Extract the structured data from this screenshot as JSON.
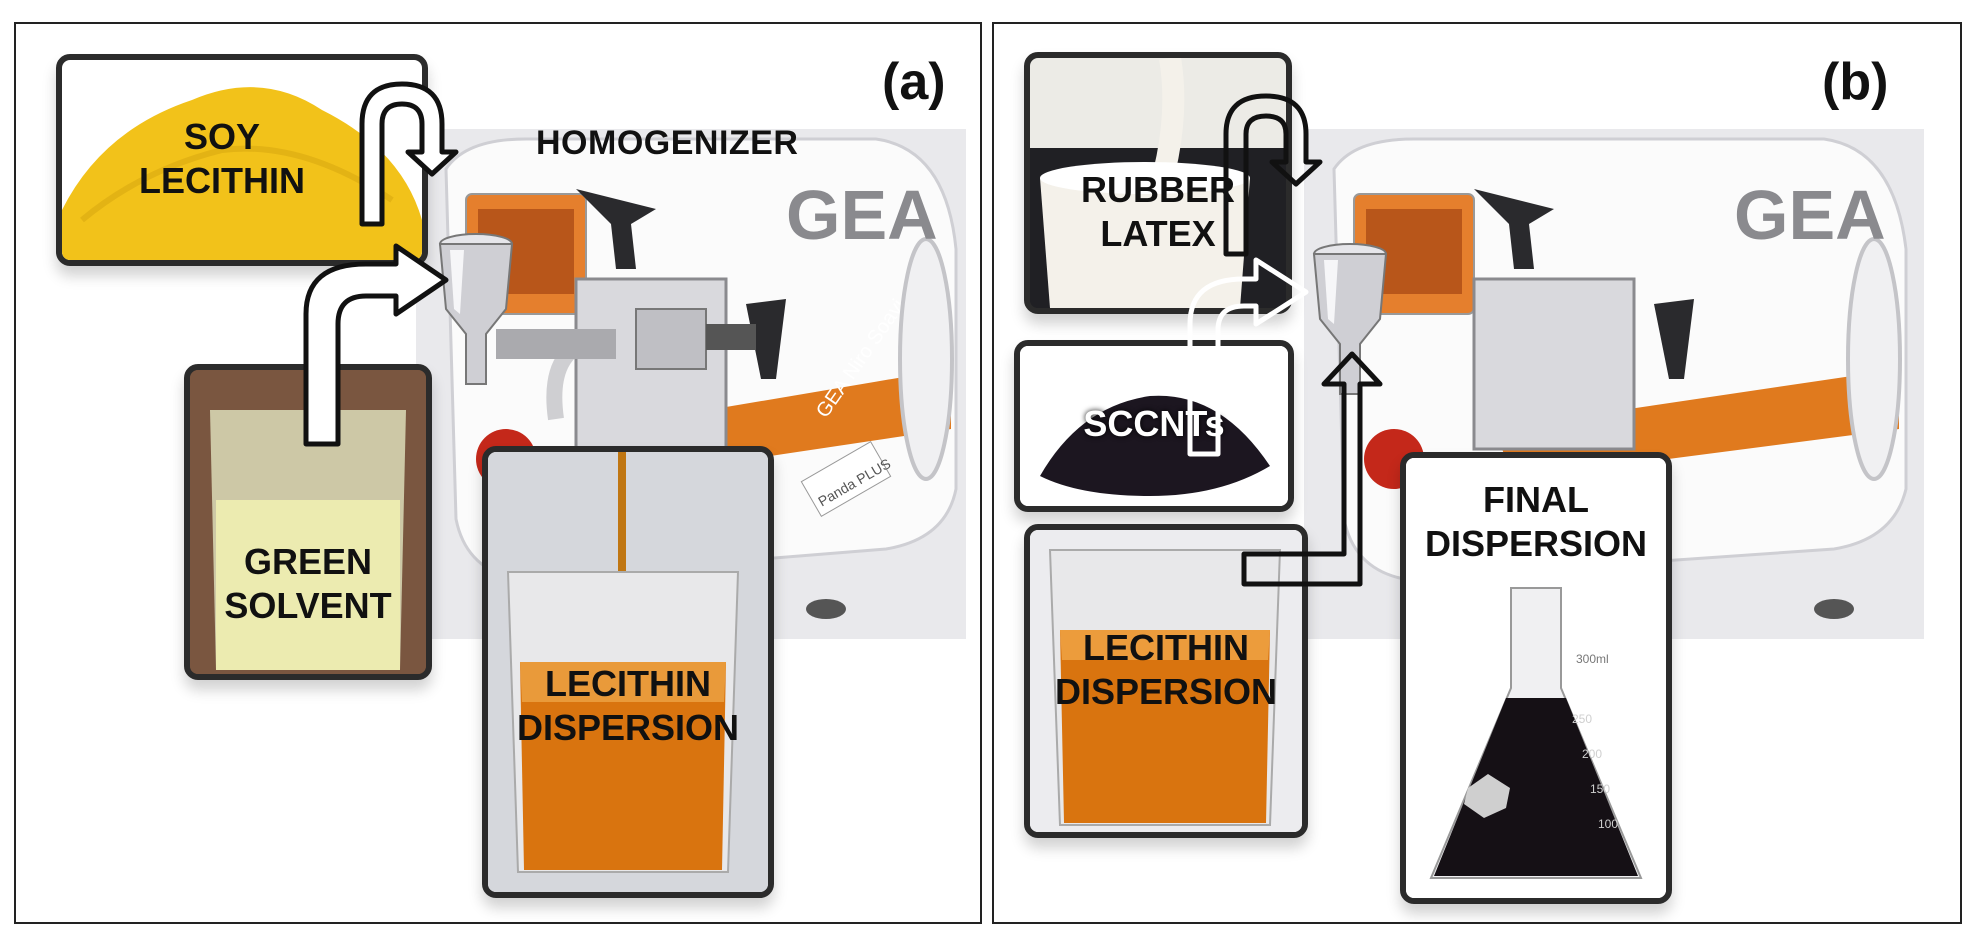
{
  "panels": {
    "a": {
      "label": "(a)",
      "homogenizer_label": "HOMOGENIZER",
      "soy_lecithin": "SOY\nLECITHIN",
      "green_solvent": "GREEN\nSOLVENT",
      "lecithin_dispersion": "LECITHIN\nDISPERSION"
    },
    "b": {
      "label": "(b)",
      "rubber_latex": "RUBBER\nLATEX",
      "sccnts": "SCCNTs",
      "lecithin_dispersion": "LECITHIN\nDISPERSION",
      "final_dispersion": "FINAL\nDISPERSION"
    }
  },
  "machine": {
    "brand_text": "GEA Niro Soavi",
    "model_text": "Panda PLUS"
  },
  "flask_marks": [
    "300ml",
    "250",
    "200",
    "150",
    "100"
  ],
  "colors": {
    "soy": "#f2c21a",
    "solvent": "#e9e6a8",
    "dispersion": "#d9740f",
    "latex": "#f4f1ea",
    "carbon": "#1c1620",
    "final": "#151015",
    "machine_orange": "#e07a1e"
  }
}
